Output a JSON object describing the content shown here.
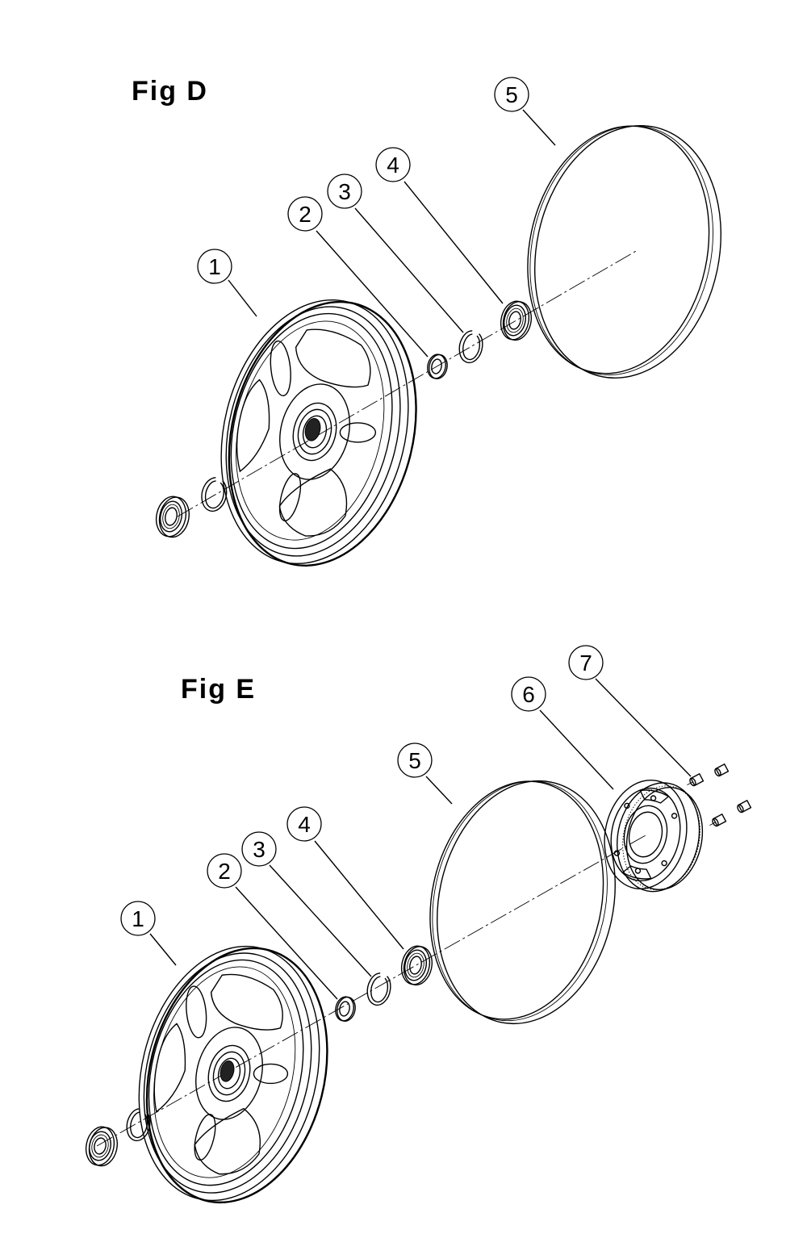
{
  "figures": [
    {
      "title": "Fig D",
      "callouts": [
        "1",
        "2",
        "3",
        "4",
        "5"
      ]
    },
    {
      "title": "Fig E",
      "callouts": [
        "1",
        "2",
        "3",
        "4",
        "5",
        "6",
        "7"
      ]
    }
  ]
}
